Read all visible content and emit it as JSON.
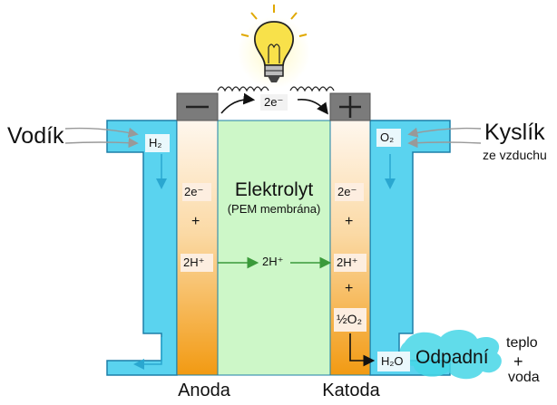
{
  "labels": {
    "hydrogen_in": "Vodík",
    "oxygen_in": "Kyslík",
    "oxygen_source": "ze vzduchu",
    "h2_box": "H₂",
    "o2_box": "O₂",
    "circuit_electrons": "2e⁻",
    "electrolyte": "Elektrolyt",
    "electrolyte_sub": "(PEM membrána)",
    "anode_e": "2e⁻",
    "anode_plus": "+",
    "anode_proton": "2H⁺",
    "middle_proton": "2H⁺",
    "cathode_e": "2e⁻",
    "cathode_plus1": "+",
    "cathode_proton": "2H⁺",
    "cathode_plus2": "+",
    "cathode_oxygen": "½O₂",
    "water_box": "H₂O",
    "waste": "Odpadní",
    "heat": "teplo",
    "plus_sign": "+",
    "water": "voda",
    "anode": "Anoda",
    "cathode": "Katoda",
    "negative_terminal": "—",
    "positive_terminal": "+"
  },
  "colors": {
    "channel": "#5ad3ef",
    "channel_stroke": "#1c7fa8",
    "electrolyte": "#cdf7c8",
    "electrode_top": "#fff6ea",
    "electrode_bottom": "#f3a11d",
    "terminal": "#7b7b7b",
    "arrow_green": "#3a9a3a",
    "bulb": "#f8e14a",
    "waste_cloud": "#45d6e6"
  }
}
